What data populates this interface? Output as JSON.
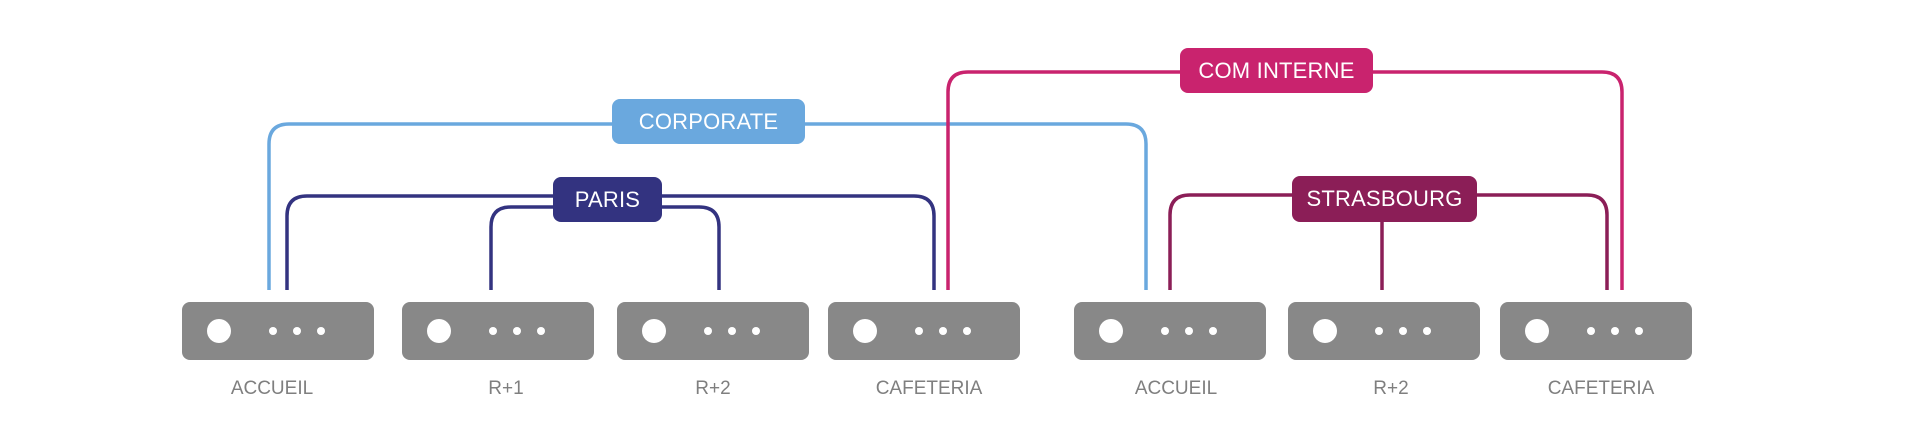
{
  "diagram": {
    "groups": [
      {
        "id": "corporate",
        "label": "CORPORATE",
        "color": "#6AA8DE",
        "members": [
          0,
          4
        ]
      },
      {
        "id": "paris",
        "label": "PARIS",
        "color": "#333380",
        "members": [
          0,
          1,
          2,
          3
        ]
      },
      {
        "id": "com-interne",
        "label": "COM INTERNE",
        "color": "#C9236E",
        "members": [
          3,
          6
        ]
      },
      {
        "id": "strasbourg",
        "label": "STRASBOURG",
        "color": "#8B1E57",
        "members": [
          4,
          5,
          6
        ]
      }
    ],
    "devices": [
      {
        "label": "ACCUEIL",
        "site": "Paris"
      },
      {
        "label": "R+1",
        "site": "Paris"
      },
      {
        "label": "R+2",
        "site": "Paris"
      },
      {
        "label": "CAFETERIA",
        "site": "Paris"
      },
      {
        "label": "ACCUEIL",
        "site": "Strasbourg"
      },
      {
        "label": "R+2",
        "site": "Strasbourg"
      },
      {
        "label": "CAFETERIA",
        "site": "Strasbourg"
      }
    ],
    "device_color": "#888888",
    "label_color": "#7F7F7F"
  }
}
